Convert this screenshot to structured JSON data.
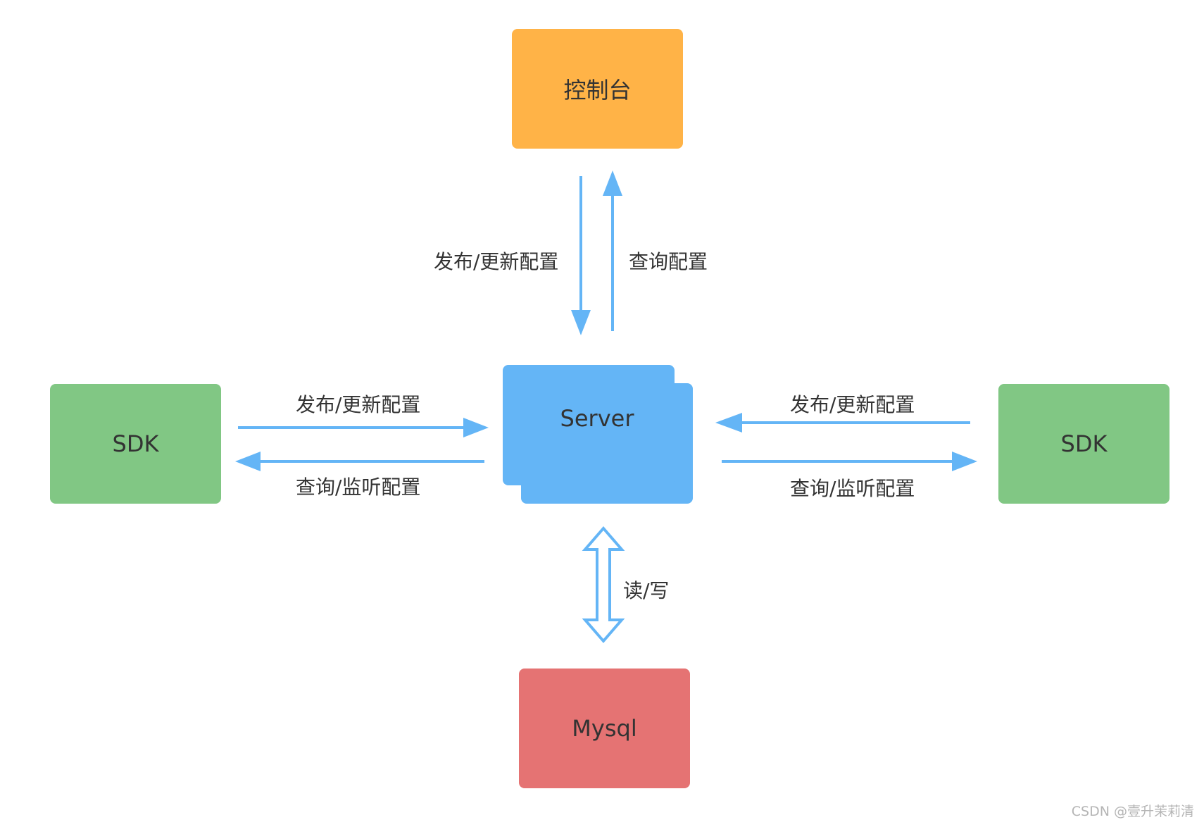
{
  "nodes": {
    "console": {
      "label": "控制台",
      "color": "#FFB347"
    },
    "server": {
      "label": "Server",
      "color": "#64B5F6"
    },
    "sdk_left": {
      "label": "SDK",
      "color": "#81C784"
    },
    "sdk_right": {
      "label": "SDK",
      "color": "#81C784"
    },
    "mysql": {
      "label": "Mysql",
      "color": "#E57373"
    }
  },
  "edges": {
    "console_down": {
      "label": "发布/更新配置"
    },
    "console_up": {
      "label": "查询配置"
    },
    "left_to_server": {
      "label": "发布/更新配置"
    },
    "server_to_left": {
      "label": "查询/监听配置"
    },
    "right_to_server": {
      "label": "发布/更新配置"
    },
    "server_to_right": {
      "label": "查询/监听配置"
    },
    "server_mysql": {
      "label": "读/写"
    }
  },
  "arrow_color": "#64B5F6",
  "watermark": "CSDN @壹升茉莉清"
}
